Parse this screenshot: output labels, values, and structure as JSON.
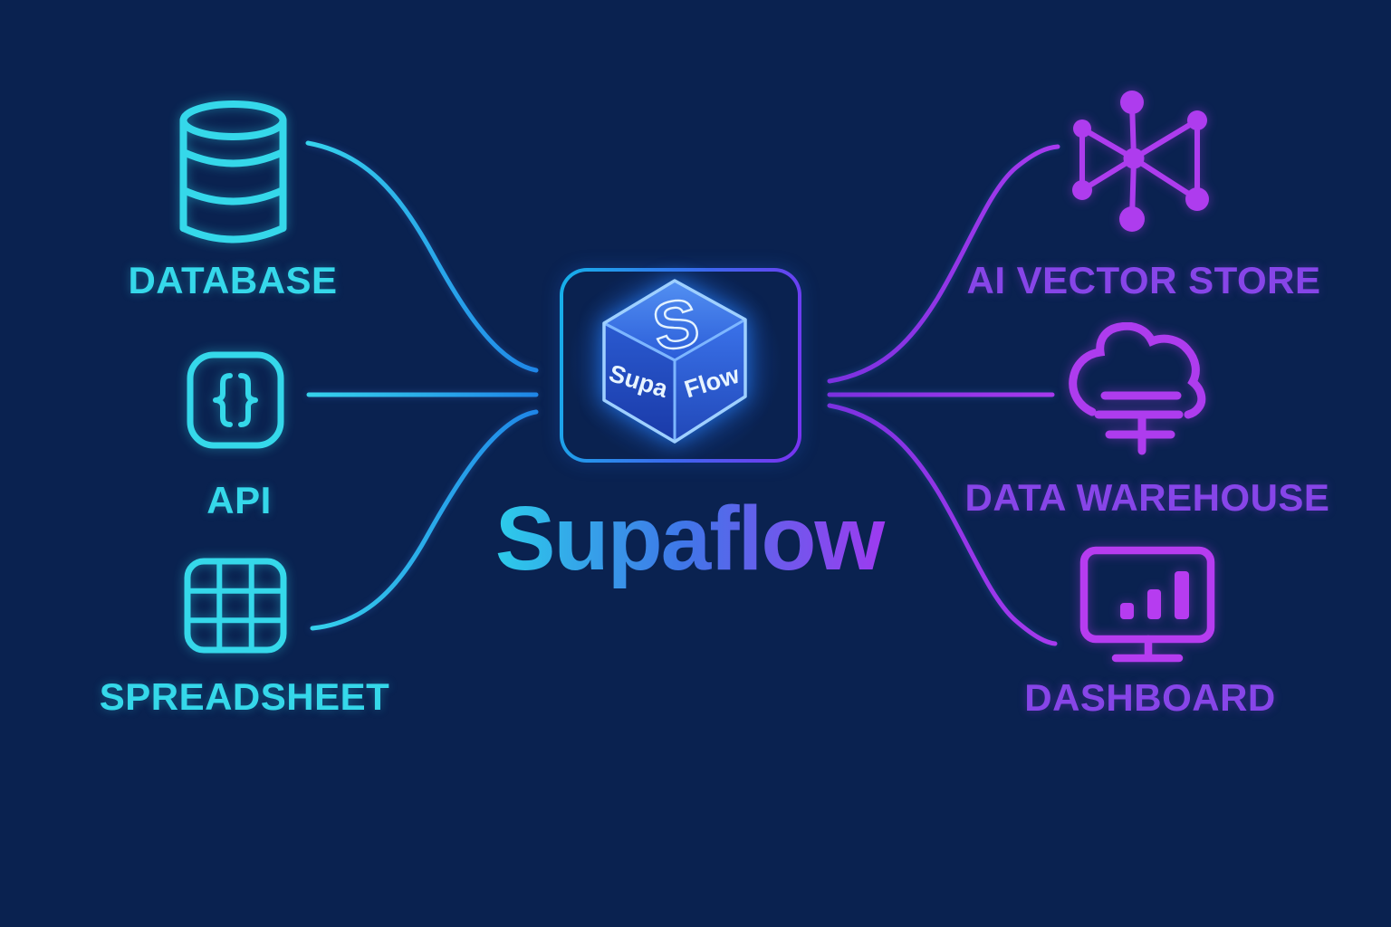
{
  "diagram": {
    "title": "Supaflow",
    "hub_logo": {
      "top_face": "S",
      "left_face": "Supa",
      "right_face": "Flow"
    },
    "sources": [
      {
        "label": "DATABASE",
        "icon": "database-cylinder"
      },
      {
        "label": "API",
        "icon": "curly-braces"
      },
      {
        "label": "SPREADSHEET",
        "icon": "grid-table"
      }
    ],
    "destinations": [
      {
        "label": "AI VECTOR STORE",
        "icon": "network-graph"
      },
      {
        "label": "DATA WAREHOUSE",
        "icon": "cloud-layers"
      },
      {
        "label": "DASHBOARD",
        "icon": "monitor-bar-chart"
      }
    ],
    "connections": [
      {
        "from": "DATABASE",
        "to": "Supaflow"
      },
      {
        "from": "API",
        "to": "Supaflow"
      },
      {
        "from": "SPREADSHEET",
        "to": "Supaflow"
      },
      {
        "from": "Supaflow",
        "to": "AI VECTOR STORE"
      },
      {
        "from": "Supaflow",
        "to": "DATA WAREHOUSE"
      },
      {
        "from": "Supaflow",
        "to": "DASHBOARD"
      }
    ],
    "colors": {
      "background": "#0a2250",
      "source_accent": "#35d8ea",
      "destination_icon": "#ae3cee",
      "destination_label": "#8745e8",
      "title_gradient": [
        "#2bd0ea",
        "#3f77e8",
        "#a138f0"
      ],
      "hub_border_gradient": [
        "#15b2ea",
        "#7a32f2"
      ]
    }
  }
}
